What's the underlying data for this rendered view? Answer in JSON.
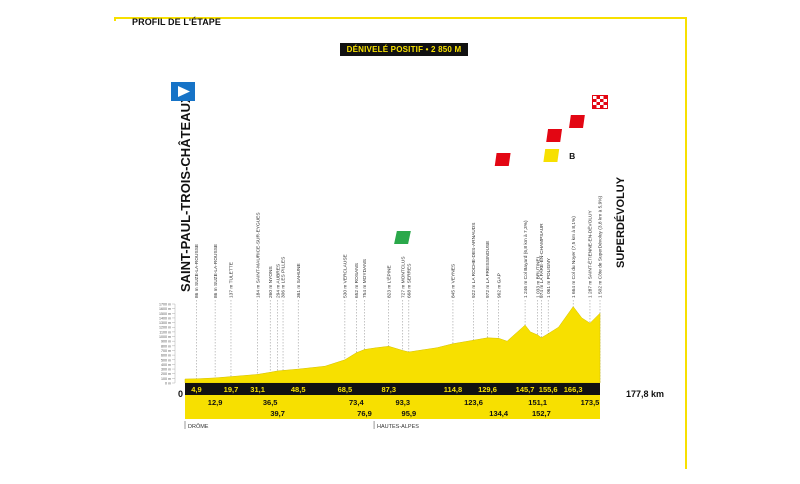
{
  "header": {
    "title": "PROFIL DE L'ÉTAPE"
  },
  "elevation_gain": "DÉNIVELÉ POSITIF • 2 850 M",
  "start_city": "SAINT-PAUL-TROIS-CHÂTEAUX",
  "finish_city": "SUPERDÉVOLUY",
  "total_distance": "177,8 km",
  "start_km": "0",
  "colors": {
    "yellow": "#f7e000",
    "red": "#e30613",
    "sprint_green": "#2aa84a",
    "start_blue": "#1673c7",
    "black": "#111111",
    "gray": "#777777"
  },
  "chart_data": {
    "type": "area",
    "xlabel": "",
    "ylabel": "",
    "xlim": [
      0,
      177.8
    ],
    "ylim": [
      0,
      1700
    ],
    "y_ticks": [
      "0 m",
      "100 m",
      "200 m",
      "300 m",
      "400 m",
      "500 m",
      "600 m",
      "700 m",
      "800 m",
      "900 m",
      "1000 m",
      "1100 m",
      "1200 m",
      "1300 m",
      "1400 m",
      "1500 m",
      "1600 m",
      "1700 m"
    ],
    "profile": [
      {
        "x": 0,
        "y": 86
      },
      {
        "x": 5,
        "y": 90
      },
      {
        "x": 12.9,
        "y": 110
      },
      {
        "x": 19.7,
        "y": 137
      },
      {
        "x": 31.1,
        "y": 184
      },
      {
        "x": 36.5,
        "y": 230
      },
      {
        "x": 39.7,
        "y": 260
      },
      {
        "x": 48.5,
        "y": 300
      },
      {
        "x": 60,
        "y": 361
      },
      {
        "x": 68.5,
        "y": 500
      },
      {
        "x": 73.4,
        "y": 650
      },
      {
        "x": 76.9,
        "y": 720
      },
      {
        "x": 82,
        "y": 760
      },
      {
        "x": 87.3,
        "y": 790
      },
      {
        "x": 93.3,
        "y": 700
      },
      {
        "x": 95.9,
        "y": 668
      },
      {
        "x": 100,
        "y": 700
      },
      {
        "x": 108,
        "y": 760
      },
      {
        "x": 114.8,
        "y": 845
      },
      {
        "x": 123.6,
        "y": 922
      },
      {
        "x": 129.6,
        "y": 972
      },
      {
        "x": 134.4,
        "y": 962
      },
      {
        "x": 138,
        "y": 900
      },
      {
        "x": 145.7,
        "y": 1246
      },
      {
        "x": 148,
        "y": 1100
      },
      {
        "x": 151.1,
        "y": 1033
      },
      {
        "x": 152.7,
        "y": 974
      },
      {
        "x": 155.6,
        "y": 1061
      },
      {
        "x": 160,
        "y": 1200
      },
      {
        "x": 166.3,
        "y": 1644
      },
      {
        "x": 170,
        "y": 1400
      },
      {
        "x": 173.5,
        "y": 1287
      },
      {
        "x": 177.8,
        "y": 1502
      }
    ],
    "km_row_top": [
      "4,9",
      "19,7",
      "31,1",
      "48,5",
      "68,5",
      "87,3",
      "114,8",
      "129,6",
      "145,7",
      "155,6",
      "166,3"
    ],
    "km_row_mid": [
      "12,9",
      "36,5",
      "73,4",
      "93,3",
      "123,6",
      "151,1",
      "173,5"
    ],
    "km_row_low": [
      "39,7",
      "76,9",
      "95,9",
      "134,4",
      "152,7"
    ],
    "km_positions_top": [
      4.9,
      19.7,
      31.1,
      48.5,
      68.5,
      87.3,
      114.8,
      129.6,
      145.7,
      155.6,
      166.3
    ],
    "km_positions_mid": [
      12.9,
      36.5,
      73.4,
      93.3,
      123.6,
      151.1,
      173.5
    ],
    "km_positions_low": [
      39.7,
      76.9,
      95.9,
      134.4,
      152.7
    ],
    "waypoints": [
      {
        "km": 4.9,
        "label": "86 m SUZE-LA-ROUSSE"
      },
      {
        "km": 12.9,
        "label": "86 m SUZE-LA-ROUSSE"
      },
      {
        "km": 19.7,
        "label": "137 m TULETTE"
      },
      {
        "km": 31.1,
        "label": "184 m SAINT-MAURICE-SUR-EYGUES"
      },
      {
        "km": 36.5,
        "label": "260 m NYONS"
      },
      {
        "km": 39.7,
        "label": "294 m AUBRES"
      },
      {
        "km": 42,
        "label": "306 m LES PILLES"
      },
      {
        "km": 48.5,
        "label": "361 m SAHUNE"
      },
      {
        "km": 68.5,
        "label": "530 m VERCLAUSE"
      },
      {
        "km": 73.4,
        "label": "652 m ROSANS"
      },
      {
        "km": 76.9,
        "label": "754 m MOYDANS"
      },
      {
        "km": 87.3,
        "label": "823 m L'ÉPINE"
      },
      {
        "km": 93.3,
        "label": "727 m MONTCLUS"
      },
      {
        "km": 95.9,
        "label": "668 m SERRES"
      },
      {
        "km": 114.8,
        "label": "845 m VEYNES"
      },
      {
        "km": 123.6,
        "label": "922 m LA ROCHE-DES-ARNAUDS"
      },
      {
        "km": 129.6,
        "label": "972 m LA FREISSINOUSE"
      },
      {
        "km": 134.4,
        "label": "962 m GAP"
      },
      {
        "km": 145.7,
        "label": "1 246 m Col Bayard (6,8 km à 7,3%)"
      },
      {
        "km": 151.1,
        "label": "1 033 m BRUTINEL"
      },
      {
        "km": 152.7,
        "label": "974 m LA FARE-EN-CHAMPSAUR"
      },
      {
        "km": 155.6,
        "label": "1 061 m POLIGNY"
      },
      {
        "km": 166.3,
        "label": "1 664 m Col du Noyer (7,5 km à 8,1%)"
      },
      {
        "km": 173.5,
        "label": "1 287 m SAINT-ÉTIENNE-EN-DÉVOLUY"
      },
      {
        "km": 177.8,
        "label": "1 502 m Côte de SuperDévoluy (3,8 km à 5,9%)"
      }
    ],
    "regions": [
      {
        "km": 0,
        "label": "DRÔME"
      },
      {
        "km": 81,
        "label": "HAUTES-ALPES"
      }
    ],
    "sprint": {
      "km": 114.8,
      "label": "S"
    },
    "climbs": [
      {
        "km": 145.7,
        "category": "2",
        "color": "#e30613"
      },
      {
        "km": 166.3,
        "category": "1",
        "color": "#e30613"
      },
      {
        "km": 166.3,
        "category": "B",
        "color": "#f7e000"
      },
      {
        "km": 177.8,
        "category": "3",
        "color": "#e30613"
      }
    ]
  }
}
